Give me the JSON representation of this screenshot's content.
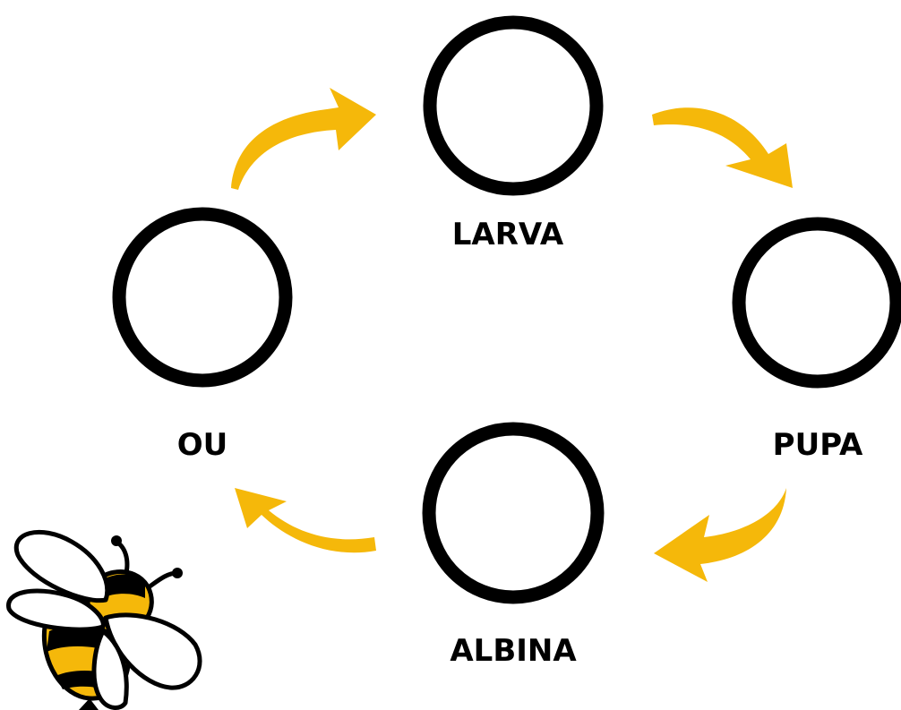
{
  "stages": {
    "larva": "LARVA",
    "pupa": "PUPA",
    "albina": "ALBINA",
    "ou": "OU"
  },
  "colors": {
    "ring": "#000000",
    "arrow": "#f5b80a",
    "bee_yellow": "#f5b80a",
    "background": "#ffffff"
  },
  "icons": [
    "bee-icon"
  ]
}
